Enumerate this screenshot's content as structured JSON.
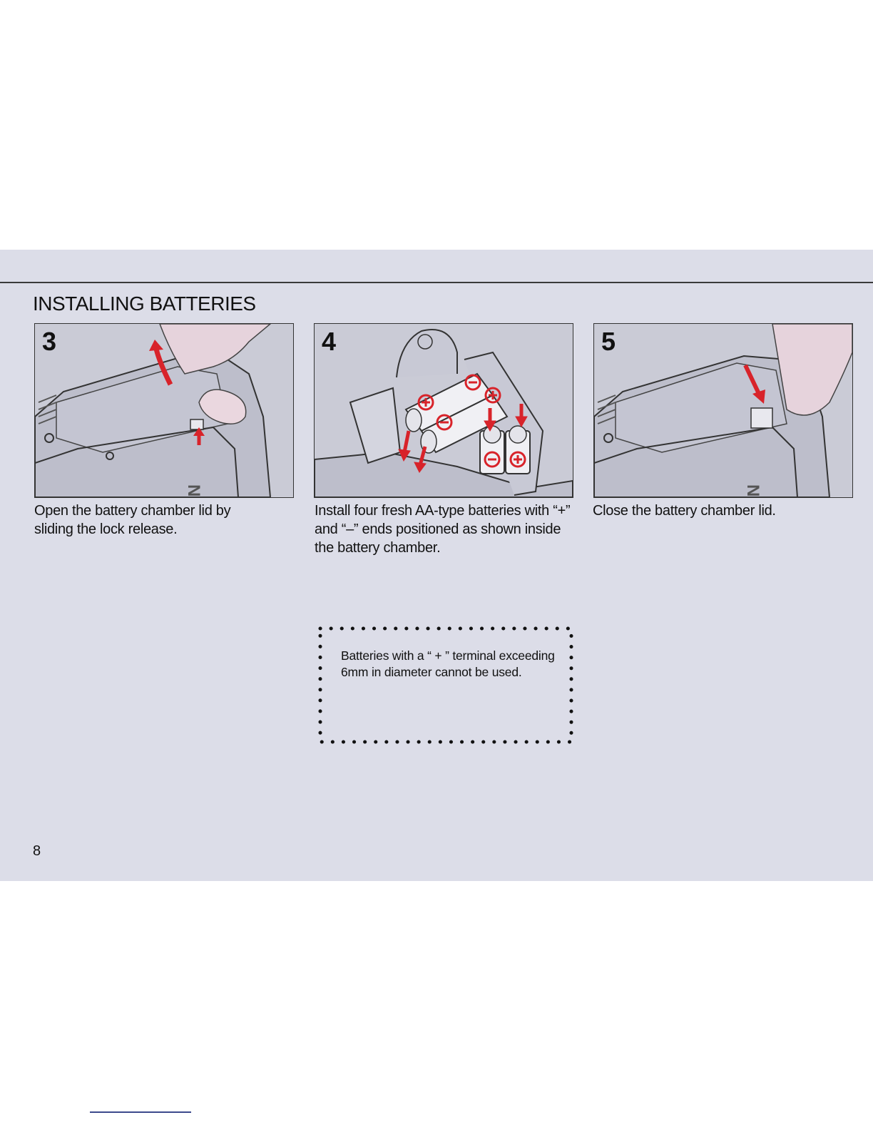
{
  "section_title": "INSTALLING BATTERIES",
  "steps": [
    {
      "number": "3",
      "caption": "Open the battery chamber lid by sliding the lock release."
    },
    {
      "number": "4",
      "caption": "Install four fresh AA-type batteries with “+” and “–” ends positioned as shown inside the battery chamber."
    },
    {
      "number": "5",
      "caption": "Close the battery chamber lid."
    }
  ],
  "note": "Batteries with a “ + ” terminal exceeding 6mm in diameter cannot be used.",
  "page_number": "8",
  "colors": {
    "page_bg": "#dcdde8",
    "panel_bg": "#cacbd6",
    "arrow": "#d8232a",
    "text": "#111111"
  }
}
